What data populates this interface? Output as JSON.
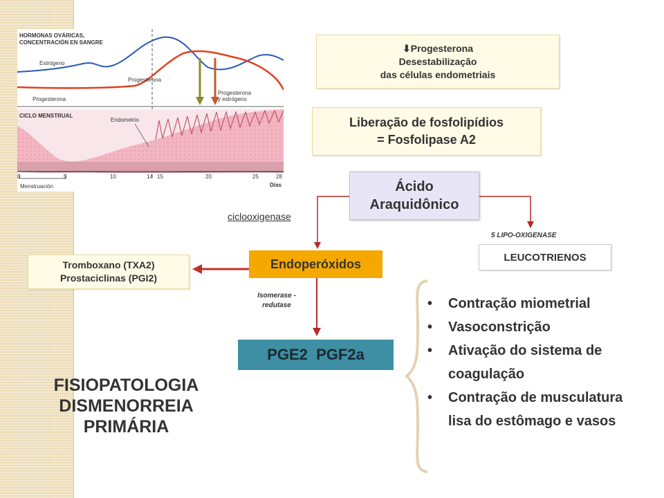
{
  "figure": {
    "hormones_title": [
      "HORMONAS OVÁRICAS,",
      "CONCENTRACIÓN EN SANGRE"
    ],
    "estrogen_label": "Estrógeno",
    "progesterone_curve_label": "Progesterona",
    "progesterone_low_label": "Progesterona",
    "prog_estrogen_label": [
      "Progesterona",
      "y estrógeno"
    ],
    "cycle_title": "CICLO MENSTRUAL",
    "endometrium_label": "Endometrio",
    "day_ticks": [
      "0",
      "5",
      "10",
      "14",
      "15",
      "20",
      "25",
      "28"
    ],
    "days_label": "Días",
    "menstruation_label": "Menstruación"
  },
  "boxes": {
    "progesterone": {
      "icon": "down-arrow-icon",
      "arrow_glyph": "⬇",
      "line1": "Progesterona",
      "line2": "Desestabilização",
      "line3": "das células endometriais"
    },
    "phospholipids": {
      "line1": "Liberação de fosfolipídios",
      "line2": "= Fosfolipase A2"
    },
    "arachidonic": {
      "line1": "Ácido",
      "line2": "Araquidônico"
    },
    "endoperoxides": "Endoperóxidos",
    "thromboxane": {
      "line1": "Tromboxano (TXA2)",
      "line2": "Prostaciclinas (PGI2)"
    },
    "leukotrienes": "LEUCOTRIENOS",
    "pge2": "PGE2  PGF2a"
  },
  "labels": {
    "cyclooxygenase": "ciclooxigenase",
    "lipoxygenase": "5 LIPO-OXIGENASE",
    "isomerase": [
      "Isomerase -",
      "redutase"
    ]
  },
  "effects": [
    "Contração miometrial",
    "Vasoconstrição",
    "Ativação do sistema de coagulação",
    "Contração de musculatura lisa do estômago e vasos"
  ],
  "title": [
    "FISIOPATOLOGIA",
    "DISMENORREIA",
    "PRIMÁRIA"
  ],
  "colors": {
    "arrow_red": "#b52a2a",
    "orange_box": "#f5a800",
    "teal_box": "#3e8ea4",
    "estrogen_curve": "#2a58b8",
    "progesterone_curve": "#e2401e"
  }
}
